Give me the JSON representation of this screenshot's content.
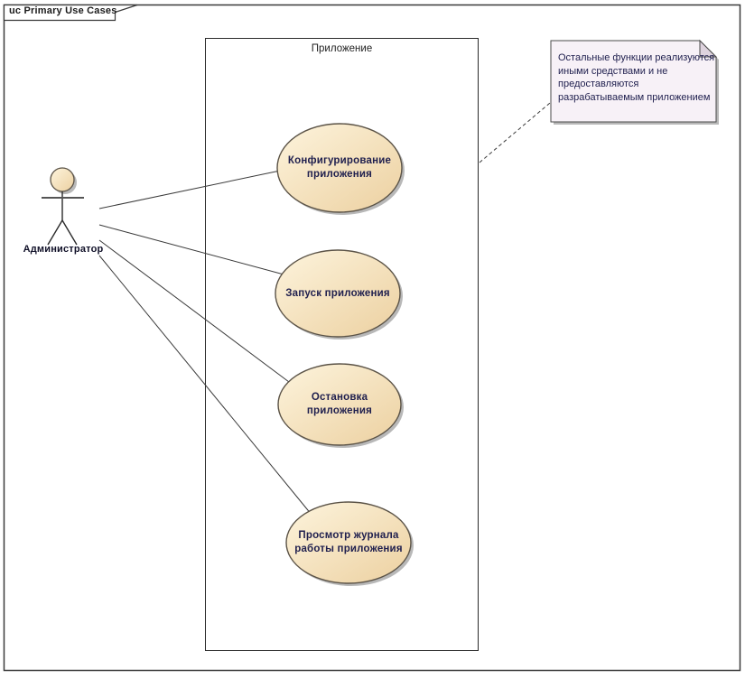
{
  "diagram": {
    "frame_label": "uc Primary Use Cases",
    "boundary_label": "Приложение",
    "actor": {
      "name": "Администратор"
    },
    "use_cases": [
      {
        "id": "configure",
        "lines": [
          "Конфигурирование",
          "приложения"
        ]
      },
      {
        "id": "start",
        "lines": [
          "Запуск приложения"
        ]
      },
      {
        "id": "stop",
        "lines": [
          "Остановка",
          "приложения"
        ]
      },
      {
        "id": "view-log",
        "lines": [
          "Просмотр журнала",
          "работы приложения"
        ]
      }
    ],
    "note": {
      "lines": [
        "Остальные функции реализуются",
        "иными средствами и не",
        "предоставляются",
        "разрабатываемым приложением"
      ]
    },
    "colors": {
      "ellipse_fill_light": "#fdf4dd",
      "ellipse_fill_dark": "#ecd0a0",
      "ellipse_border": "#5b5347",
      "note_fill": "#f7f1f7",
      "note_fold": "#ded3de",
      "shadow": "#b8b8b8",
      "connector": "#3a3a3a",
      "text_navy": "#1f1f4e"
    }
  }
}
